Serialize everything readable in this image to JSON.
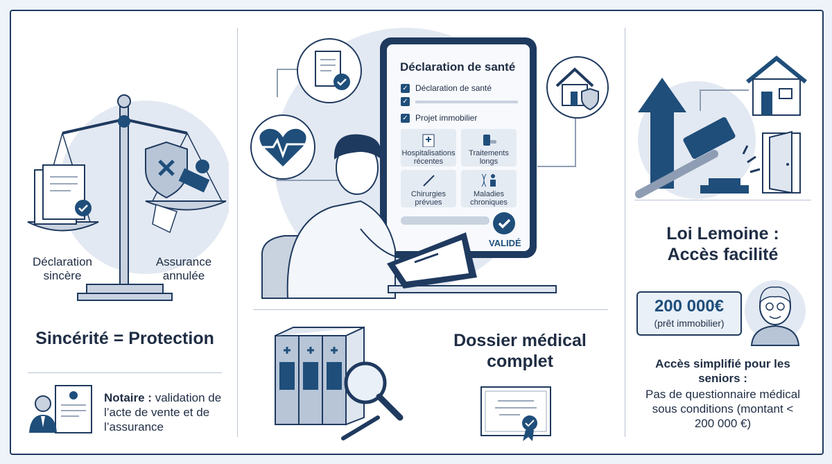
{
  "left_panel": {
    "scale_left_label": "Déclaration\nsincère",
    "scale_right_label": "Assurance\nannulée",
    "heading": "Sincérité = Protection",
    "notary_bold": "Notaire :",
    "notary_text": " validation de l’acte de vente et de l’assurance"
  },
  "center_panel": {
    "tablet_title": "Déclaration de santé",
    "checklist": [
      "Déclaration de santé",
      "",
      "Projet immobilier"
    ],
    "tiles": [
      {
        "label": "Hospitalisations\nrécentes"
      },
      {
        "label": "Traitements\nlongs"
      },
      {
        "label": "Chirurgies\nprévues"
      },
      {
        "label": "Maladies\nchroniques"
      }
    ],
    "validated": "VALIDÉ",
    "dossier_heading": "Dossier médical\ncomplet"
  },
  "right_panel": {
    "heading": "Loi Lemoine :\nAccès facilité",
    "price": "200 000€",
    "price_sub": "(prêt immobilier)",
    "seniors_bold": "Accès simplifié pour les seniors :",
    "seniors_text": "Pas de questionnaire médical sous conditions (montant < 200 000 €)"
  },
  "colors": {
    "navy": "#1f3a5f",
    "blue": "#1f4e7a",
    "light": "#dfe6f0",
    "circle": "#e3e9f2"
  },
  "icons": [
    "scale-icon",
    "shield-icon",
    "stamp-icon",
    "document-icon",
    "heart-pulse-icon",
    "house-shield-icon",
    "tablet-icon",
    "person-icon",
    "binders-icon",
    "magnifier-icon",
    "pen-icon",
    "certificate-icon",
    "arrow-up-icon",
    "gavel-icon",
    "house-icon",
    "door-icon",
    "notary-icon",
    "senior-icon"
  ]
}
